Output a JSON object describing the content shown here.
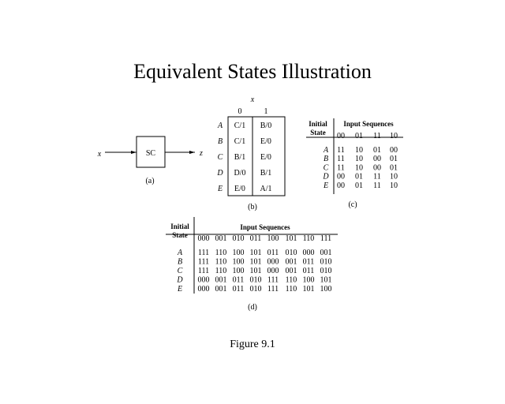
{
  "title": "Equivalent States Illustration",
  "caption": "Figure 9.1",
  "panel_a": {
    "input": "x",
    "block": "SC",
    "output": "z",
    "label": "(a)"
  },
  "panel_b": {
    "input_var": "x",
    "columns": [
      "0",
      "1"
    ],
    "rows": [
      {
        "state": "A",
        "cells": [
          "C/1",
          "B/0"
        ]
      },
      {
        "state": "B",
        "cells": [
          "C/1",
          "E/0"
        ]
      },
      {
        "state": "C",
        "cells": [
          "B/1",
          "E/0"
        ]
      },
      {
        "state": "D",
        "cells": [
          "D/0",
          "B/1"
        ]
      },
      {
        "state": "E",
        "cells": [
          "E/0",
          "A/1"
        ]
      }
    ],
    "label": "(b)"
  },
  "panel_c": {
    "header_initial": "Initial",
    "header_state": "State",
    "header_inputs": "Input Sequences",
    "columns": [
      "00",
      "01",
      "11",
      "10"
    ],
    "rows": [
      {
        "state": "A",
        "cells": [
          "11",
          "10",
          "01",
          "00"
        ]
      },
      {
        "state": "B",
        "cells": [
          "11",
          "10",
          "00",
          "01"
        ]
      },
      {
        "state": "C",
        "cells": [
          "11",
          "10",
          "00",
          "01"
        ]
      },
      {
        "state": "D",
        "cells": [
          "00",
          "01",
          "11",
          "10"
        ]
      },
      {
        "state": "E",
        "cells": [
          "00",
          "01",
          "11",
          "10"
        ]
      }
    ],
    "label": "(c)"
  },
  "panel_d": {
    "header_initial": "Initial",
    "header_state": "State",
    "header_inputs": "Input Sequences",
    "columns": [
      "000",
      "001",
      "010",
      "011",
      "100",
      "101",
      "110",
      "111"
    ],
    "rows": [
      {
        "state": "A",
        "cells": [
          "111",
          "110",
          "100",
          "101",
          "011",
          "010",
          "000",
          "001"
        ]
      },
      {
        "state": "B",
        "cells": [
          "111",
          "110",
          "100",
          "101",
          "000",
          "001",
          "011",
          "010"
        ]
      },
      {
        "state": "C",
        "cells": [
          "111",
          "110",
          "100",
          "101",
          "000",
          "001",
          "011",
          "010"
        ]
      },
      {
        "state": "D",
        "cells": [
          "000",
          "001",
          "011",
          "010",
          "111",
          "110",
          "100",
          "101"
        ]
      },
      {
        "state": "E",
        "cells": [
          "000",
          "001",
          "011",
          "010",
          "111",
          "110",
          "101",
          "100"
        ]
      }
    ],
    "label": "(d)"
  }
}
